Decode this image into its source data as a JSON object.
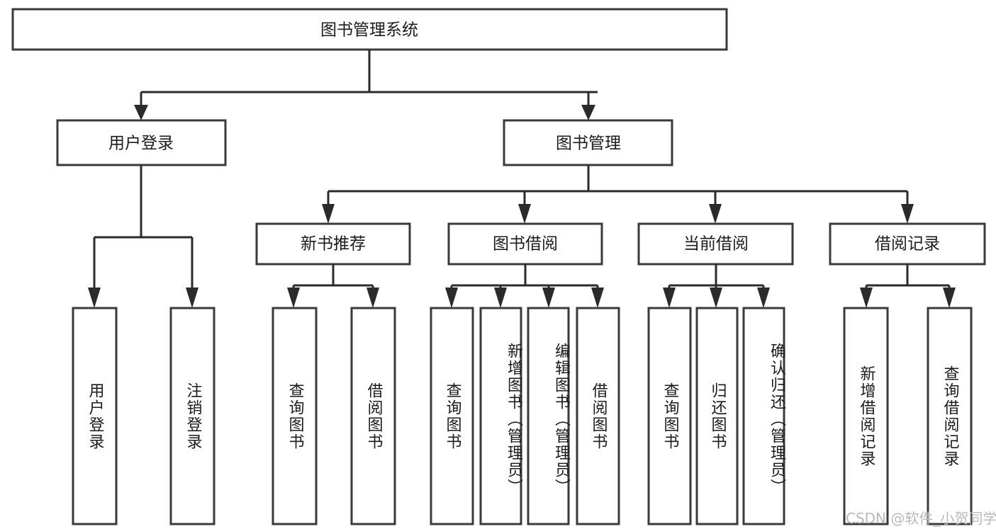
{
  "diagram": {
    "title": "图书管理系统",
    "type": "tree-hierarchy",
    "orientation": "top-down",
    "root": {
      "id": "root",
      "label": "图书管理系统"
    },
    "level2": [
      {
        "id": "user-login",
        "label": "用户登录"
      },
      {
        "id": "book-management",
        "label": "图书管理"
      }
    ],
    "level3": [
      {
        "id": "new-book-recommend",
        "label": "新书推荐",
        "parent": "book-management"
      },
      {
        "id": "book-borrow",
        "label": "图书借阅",
        "parent": "book-management"
      },
      {
        "id": "current-borrow",
        "label": "当前借阅",
        "parent": "book-management"
      },
      {
        "id": "borrow-record",
        "label": "借阅记录",
        "parent": "book-management"
      }
    ],
    "leaves": {
      "user-login": [
        {
          "id": "leaf-user-login",
          "label": "用户登录"
        },
        {
          "id": "leaf-logout-login",
          "label": "注销登录"
        }
      ],
      "new-book-recommend": [
        {
          "id": "leaf-query-book-1",
          "label": "查询图书"
        },
        {
          "id": "leaf-borrow-book-1",
          "label": "借阅图书"
        }
      ],
      "book-borrow": [
        {
          "id": "leaf-query-book-2",
          "label": "查询图书"
        },
        {
          "id": "leaf-add-book",
          "label": "新增图书（管理员）"
        },
        {
          "id": "leaf-edit-book",
          "label": "编辑图书（管理员）"
        },
        {
          "id": "leaf-borrow-book-2",
          "label": "借阅图书"
        }
      ],
      "current-borrow": [
        {
          "id": "leaf-query-book-3",
          "label": "查询图书"
        },
        {
          "id": "leaf-return-book",
          "label": "归还图书"
        },
        {
          "id": "leaf-confirm-return",
          "label": "确认归还（管理员）"
        }
      ],
      "borrow-record": [
        {
          "id": "leaf-add-record",
          "label": "新增借阅记录"
        },
        {
          "id": "leaf-query-record",
          "label": "查询借阅记录"
        }
      ]
    }
  },
  "watermark": {
    "text": "CSDN @软件_小贺同学"
  },
  "colors": {
    "box_border": "#3a3a3a",
    "connector": "#2b2b2b",
    "text": "#1b1b1b",
    "background": "#ffffff",
    "watermark": "#b9b9b9"
  }
}
